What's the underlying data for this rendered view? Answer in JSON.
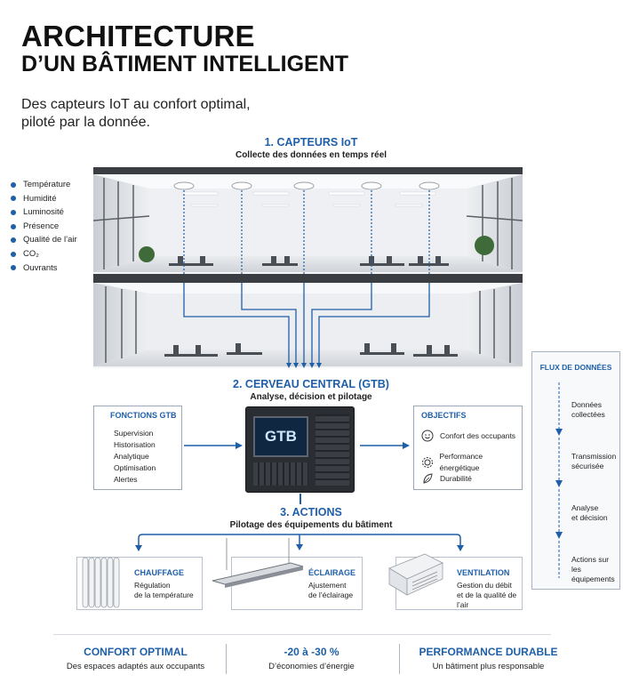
{
  "header": {
    "title_line1": "ARCHITECTURE",
    "title_line2": "D’UN BÂTIMENT INTELLIGENT",
    "subtitle_line1": "Des capteurs IoT au confort optimal,",
    "subtitle_line2": "piloté par la donnée."
  },
  "step1": {
    "title": "1. CAPTEURS IoT",
    "subtitle": "Collecte des données en temps réel"
  },
  "sensors": [
    "Température",
    "Humidité",
    "Luminosité",
    "Présence",
    "Qualité de l’air",
    "CO₂",
    "Ouvrants"
  ],
  "step2": {
    "title": "2. CERVEAU CENTRAL (GTB)",
    "subtitle": "Analyse, décision et pilotage",
    "device_label": "GTB"
  },
  "functions": {
    "title": "FONCTIONS GTB",
    "items": [
      "Supervision",
      "Historisation",
      "Analytique",
      "Optimisation",
      "Alertes"
    ]
  },
  "objectives": {
    "title": "OBJECTIFS",
    "items": [
      {
        "label": "Confort des occupants",
        "icon": "smiley-icon"
      },
      {
        "label": "Performance énergétique",
        "icon": "gear-icon"
      },
      {
        "label": "Durabilité",
        "icon": "leaf-icon"
      }
    ]
  },
  "step3": {
    "title": "3. ACTIONS",
    "subtitle": "Pilotage des équipements du bâtiment"
  },
  "equipment": [
    {
      "title": "CHAUFFAGE",
      "desc1": "Régulation",
      "desc2": "de la température",
      "icon": "radiator-icon"
    },
    {
      "title": "ÉCLAIRAGE",
      "desc1": "Ajustement",
      "desc2": "de l’éclairage",
      "icon": "ceiling-light-icon"
    },
    {
      "title": "VENTILATION",
      "desc1": "Gestion du débit",
      "desc2": "et de la qualité de l’air",
      "icon": "vent-unit-icon"
    }
  ],
  "flux": {
    "title": "FLUX DE DONNÉES",
    "items": [
      {
        "l1": "Données",
        "l2": "collectées"
      },
      {
        "l1": "Transmission",
        "l2": "sécurisée"
      },
      {
        "l1": "Analyse",
        "l2": "et décision"
      },
      {
        "l1": "Actions sur",
        "l2": "les équipements"
      }
    ]
  },
  "outcomes": [
    {
      "title": "CONFORT OPTIMAL",
      "subtitle": "Des espaces adaptés aux occupants"
    },
    {
      "title": "-20 à -30 %",
      "subtitle": "D’économies d’énergie"
    },
    {
      "title": "PERFORMANCE DURABLE",
      "subtitle": "Un bâtiment plus responsable"
    }
  ],
  "colors": {
    "accent": "#1e5fa8",
    "text": "#1a1a1a",
    "border": "#9aa8b8"
  }
}
